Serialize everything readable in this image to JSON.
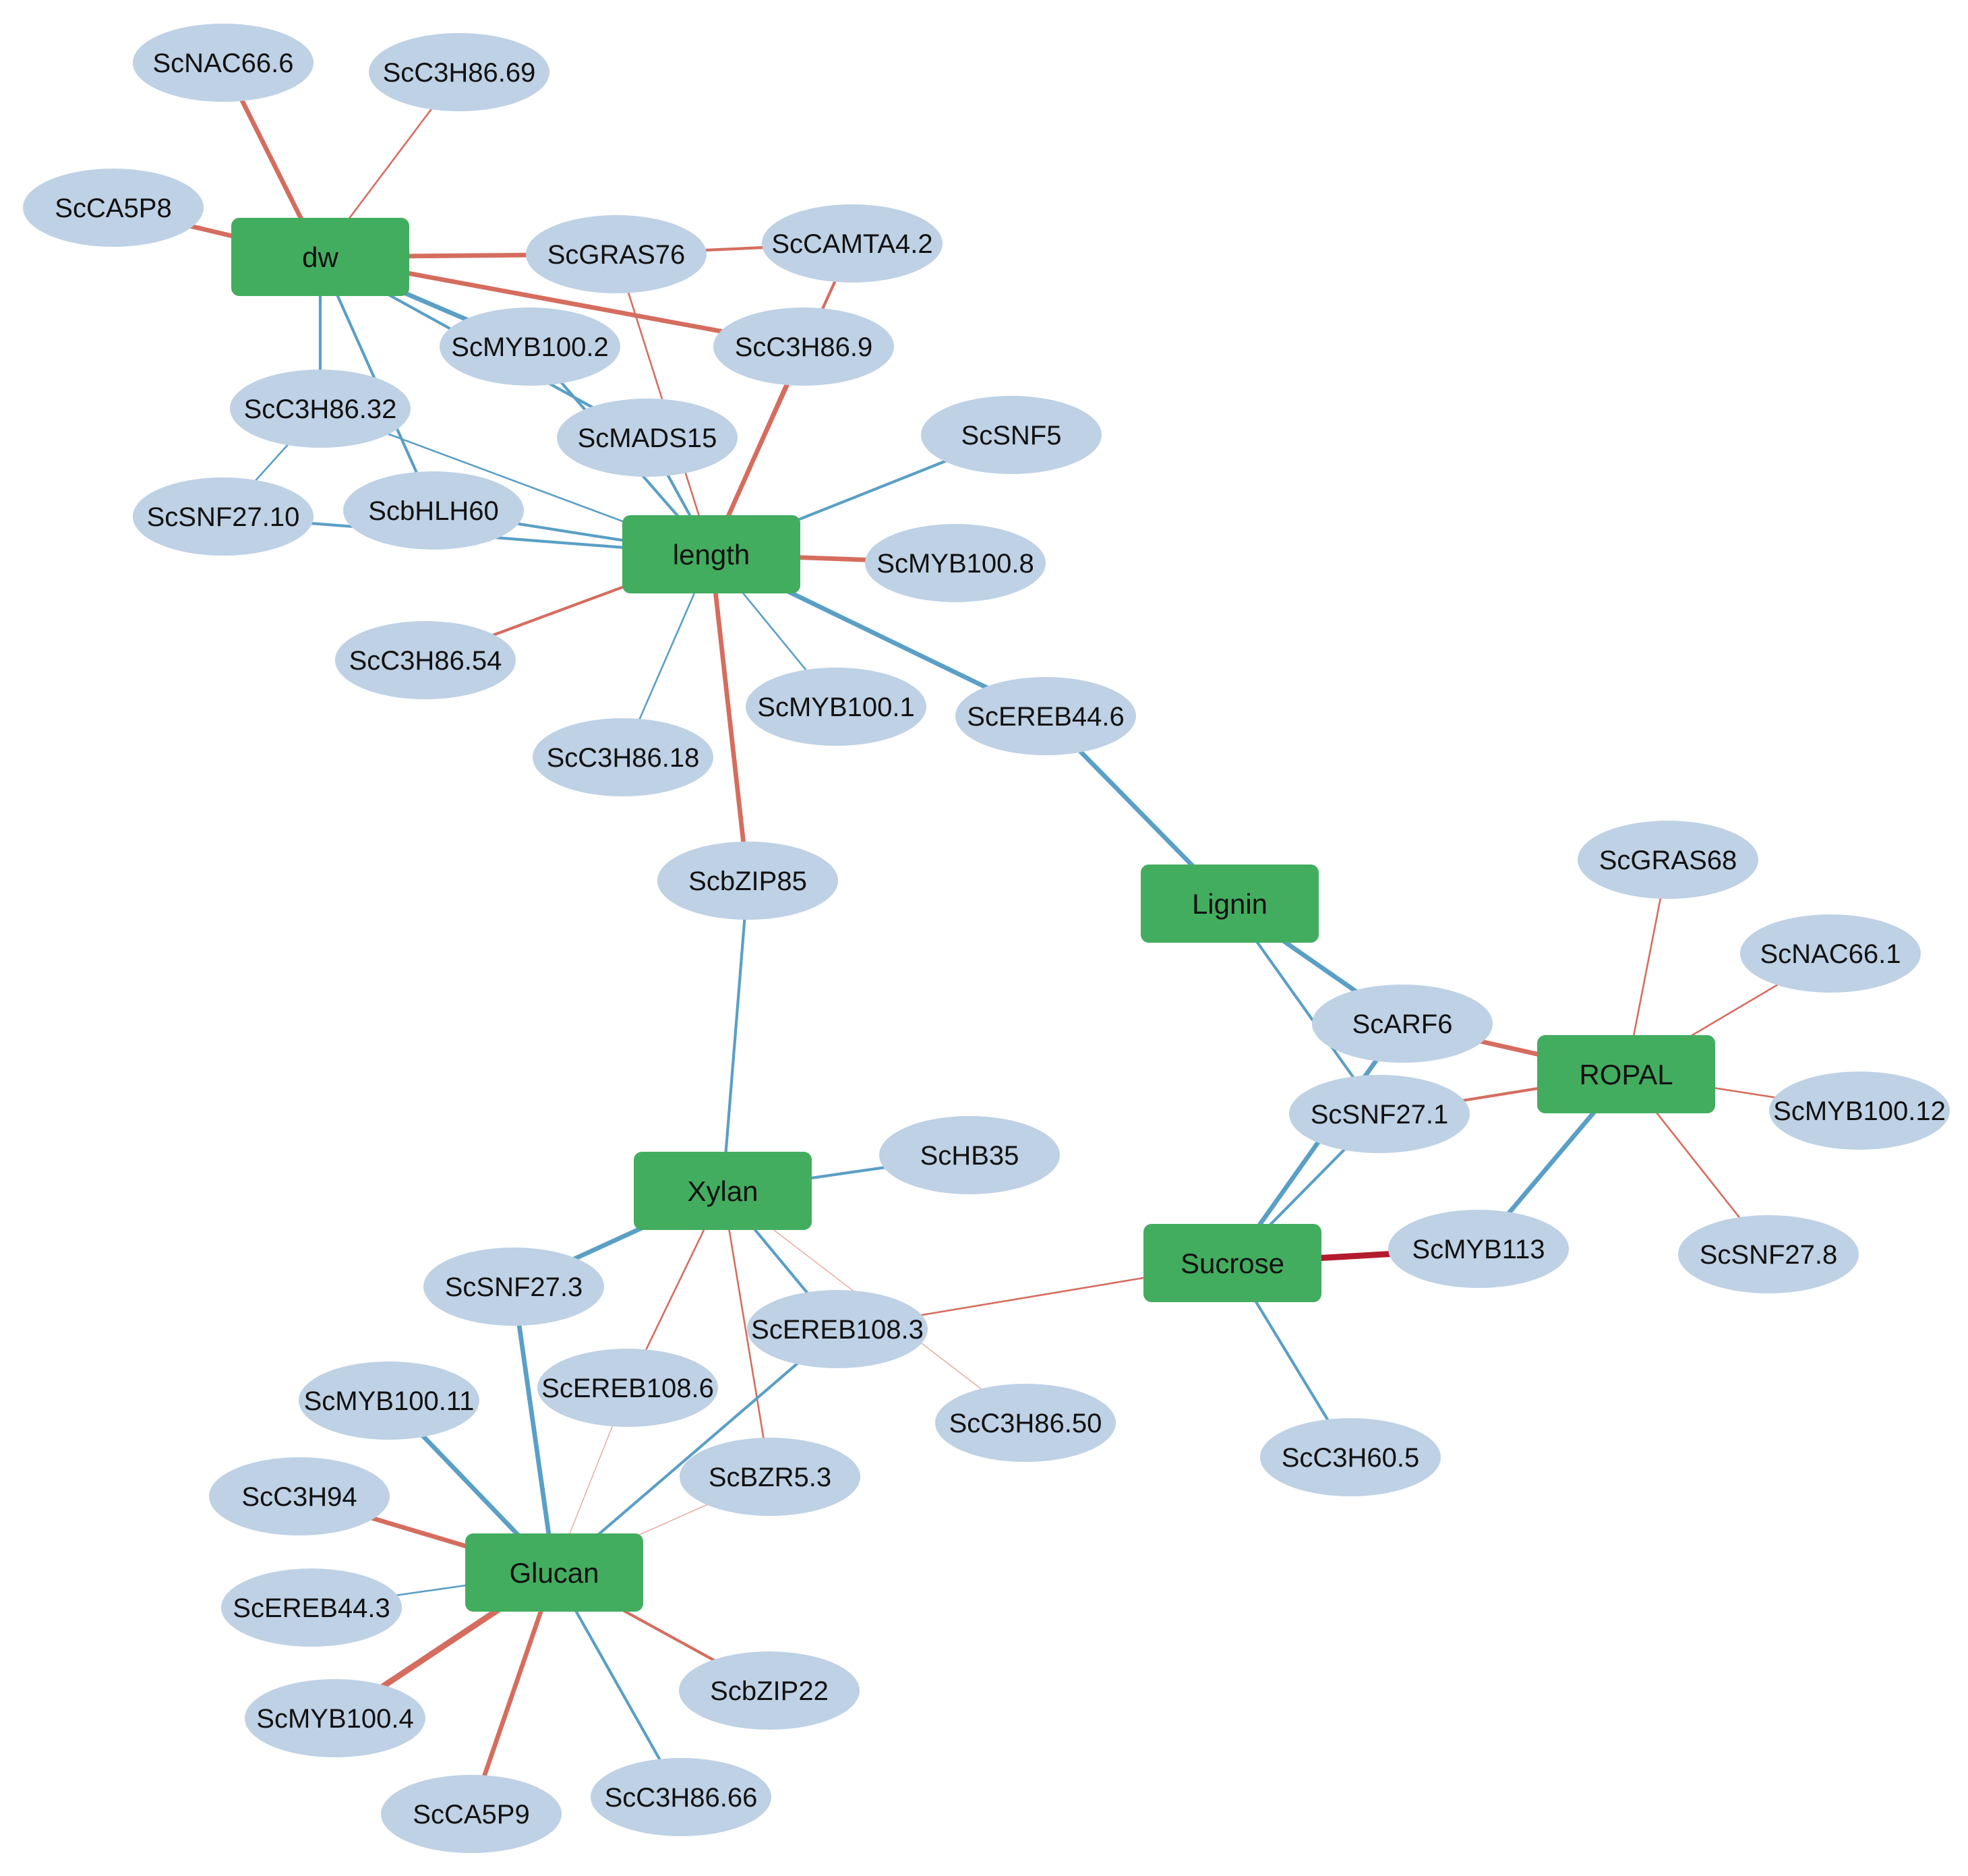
{
  "colors": {
    "trait_fill": "#43ad5f",
    "gene_fill": "#bed1e5",
    "positive_edge": "#d56d5f",
    "negative_edge": "#5a9fc6",
    "strong_edge": "#b31b2e"
  },
  "traits": [
    {
      "id": "dw",
      "label": "dw"
    },
    {
      "id": "length",
      "label": "length"
    },
    {
      "id": "lignin",
      "label": "Lignin"
    },
    {
      "id": "ropal",
      "label": "ROPAL"
    },
    {
      "id": "xylan",
      "label": "Xylan"
    },
    {
      "id": "sucrose",
      "label": "Sucrose"
    },
    {
      "id": "glucan",
      "label": "Glucan"
    }
  ],
  "genes": [
    {
      "id": "ScNAC66.6",
      "label": "ScNAC66.6"
    },
    {
      "id": "ScC3H86.69",
      "label": "ScC3H86.69"
    },
    {
      "id": "ScCA5P8",
      "label": "ScCA5P8"
    },
    {
      "id": "ScGRAS76",
      "label": "ScGRAS76"
    },
    {
      "id": "ScCAMTA4.2",
      "label": "ScCAMTA4.2"
    },
    {
      "id": "ScMYB100.2",
      "label": "ScMYB100.2"
    },
    {
      "id": "ScC3H86.9",
      "label": "ScC3H86.9"
    },
    {
      "id": "ScC3H86.32",
      "label": "ScC3H86.32"
    },
    {
      "id": "ScMADS15",
      "label": "ScMADS15"
    },
    {
      "id": "ScSNF5",
      "label": "ScSNF5"
    },
    {
      "id": "ScSNF27.10",
      "label": "ScSNF27.10"
    },
    {
      "id": "ScbHLH60",
      "label": "ScbHLH60"
    },
    {
      "id": "ScMYB100.8",
      "label": "ScMYB100.8"
    },
    {
      "id": "ScC3H86.54",
      "label": "ScC3H86.54"
    },
    {
      "id": "ScMYB100.1",
      "label": "ScMYB100.1"
    },
    {
      "id": "ScEREB44.6",
      "label": "ScEREB44.6"
    },
    {
      "id": "ScC3H86.18",
      "label": "ScC3H86.18"
    },
    {
      "id": "ScbZIP85",
      "label": "ScbZIP85"
    },
    {
      "id": "ScGRAS68",
      "label": "ScGRAS68"
    },
    {
      "id": "ScNAC66.1",
      "label": "ScNAC66.1"
    },
    {
      "id": "ScARF6",
      "label": "ScARF6"
    },
    {
      "id": "ScSNF27.1",
      "label": "ScSNF27.1"
    },
    {
      "id": "ScMYB100.12",
      "label": "ScMYB100.12"
    },
    {
      "id": "ScHB35",
      "label": "ScHB35"
    },
    {
      "id": "ScMYB113",
      "label": "ScMYB113"
    },
    {
      "id": "ScSNF27.8",
      "label": "ScSNF27.8"
    },
    {
      "id": "ScSNF27.3",
      "label": "ScSNF27.3"
    },
    {
      "id": "ScEREB108.3",
      "label": "ScEREB108.3"
    },
    {
      "id": "ScEREB108.6",
      "label": "ScEREB108.6"
    },
    {
      "id": "ScMYB100.11",
      "label": "ScMYB100.11"
    },
    {
      "id": "ScC3H86.50",
      "label": "ScC3H86.50"
    },
    {
      "id": "ScBZR5.3",
      "label": "ScBZR5.3"
    },
    {
      "id": "ScC3H60.5",
      "label": "ScC3H60.5"
    },
    {
      "id": "ScC3H94",
      "label": "ScC3H94"
    },
    {
      "id": "ScEREB44.3",
      "label": "ScEREB44.3"
    },
    {
      "id": "ScbZIP22",
      "label": "ScbZIP22"
    },
    {
      "id": "ScMYB100.4",
      "label": "ScMYB100.4"
    },
    {
      "id": "ScC3H86.66",
      "label": "ScC3H86.66"
    },
    {
      "id": "ScCA5P9",
      "label": "ScCA5P9"
    }
  ],
  "edges": [
    {
      "from": "dw",
      "to": "ScNAC66.6",
      "sign": "positive",
      "weight": 3
    },
    {
      "from": "dw",
      "to": "ScC3H86.69",
      "sign": "positive",
      "weight": 1
    },
    {
      "from": "dw",
      "to": "ScCA5P8",
      "sign": "positive",
      "weight": 3
    },
    {
      "from": "dw",
      "to": "ScGRAS76",
      "sign": "positive",
      "weight": 3
    },
    {
      "from": "dw",
      "to": "ScC3H86.9",
      "sign": "positive",
      "weight": 3
    },
    {
      "from": "dw",
      "to": "ScMYB100.2",
      "sign": "negative",
      "weight": 3
    },
    {
      "from": "dw",
      "to": "ScMADS15",
      "sign": "negative",
      "weight": 2
    },
    {
      "from": "dw",
      "to": "ScC3H86.32",
      "sign": "negative",
      "weight": 2
    },
    {
      "from": "dw",
      "to": "ScbHLH60",
      "sign": "negative",
      "weight": 2
    },
    {
      "from": "ScGRAS76",
      "to": "ScCAMTA4.2",
      "sign": "positive",
      "weight": 2
    },
    {
      "from": "ScGRAS76",
      "to": "length",
      "sign": "positive",
      "weight": 1
    },
    {
      "from": "length",
      "to": "ScCAMTA4.2",
      "sign": "positive",
      "weight": 2
    },
    {
      "from": "length",
      "to": "ScC3H86.9",
      "sign": "positive",
      "weight": 3
    },
    {
      "from": "length",
      "to": "ScMYB100.2",
      "sign": "negative",
      "weight": 2
    },
    {
      "from": "length",
      "to": "ScMADS15",
      "sign": "negative",
      "weight": 2
    },
    {
      "from": "length",
      "to": "ScC3H86.32",
      "sign": "negative",
      "weight": 1
    },
    {
      "from": "length",
      "to": "ScbHLH60",
      "sign": "negative",
      "weight": 2
    },
    {
      "from": "length",
      "to": "ScSNF27.10",
      "sign": "negative",
      "weight": 2
    },
    {
      "from": "ScC3H86.32",
      "to": "ScSNF27.10",
      "sign": "negative",
      "weight": 1
    },
    {
      "from": "length",
      "to": "ScSNF5",
      "sign": "negative",
      "weight": 2
    },
    {
      "from": "length",
      "to": "ScMYB100.8",
      "sign": "positive",
      "weight": 3
    },
    {
      "from": "length",
      "to": "ScC3H86.54",
      "sign": "positive",
      "weight": 2
    },
    {
      "from": "length",
      "to": "ScC3H86.18",
      "sign": "negative",
      "weight": 1
    },
    {
      "from": "length",
      "to": "ScMYB100.1",
      "sign": "negative",
      "weight": 1
    },
    {
      "from": "length",
      "to": "ScEREB44.6",
      "sign": "negative",
      "weight": 3
    },
    {
      "from": "length",
      "to": "ScbZIP85",
      "sign": "positive",
      "weight": 3
    },
    {
      "from": "ScEREB44.6",
      "to": "lignin",
      "sign": "negative",
      "weight": 3
    },
    {
      "from": "ScbZIP85",
      "to": "xylan",
      "sign": "negative",
      "weight": 2
    },
    {
      "from": "lignin",
      "to": "ScARF6",
      "sign": "negative",
      "weight": 3
    },
    {
      "from": "lignin",
      "to": "ScSNF27.1",
      "sign": "negative",
      "weight": 2
    },
    {
      "from": "ropal",
      "to": "ScGRAS68",
      "sign": "positive",
      "weight": 1
    },
    {
      "from": "ropal",
      "to": "ScNAC66.1",
      "sign": "positive",
      "weight": 1
    },
    {
      "from": "ropal",
      "to": "ScARF6",
      "sign": "positive",
      "weight": 3
    },
    {
      "from": "ropal",
      "to": "ScSNF27.1",
      "sign": "positive",
      "weight": 2
    },
    {
      "from": "ropal",
      "to": "ScMYB100.12",
      "sign": "positive",
      "weight": 1
    },
    {
      "from": "ropal",
      "to": "ScSNF27.8",
      "sign": "positive",
      "weight": 1
    },
    {
      "from": "ropal",
      "to": "ScMYB113",
      "sign": "negative",
      "weight": 3
    },
    {
      "from": "sucrose",
      "to": "ScARF6",
      "sign": "negative",
      "weight": 3
    },
    {
      "from": "sucrose",
      "to": "ScSNF27.1",
      "sign": "negative",
      "weight": 2
    },
    {
      "from": "sucrose",
      "to": "ScMYB113",
      "sign": "strong",
      "weight": 4
    },
    {
      "from": "sucrose",
      "to": "ScC3H60.5",
      "sign": "negative",
      "weight": 2
    },
    {
      "from": "sucrose",
      "to": "ScEREB108.3",
      "sign": "positive",
      "weight": 1
    },
    {
      "from": "xylan",
      "to": "ScHB35",
      "sign": "negative",
      "weight": 2
    },
    {
      "from": "xylan",
      "to": "ScSNF27.3",
      "sign": "negative",
      "weight": 3
    },
    {
      "from": "xylan",
      "to": "ScEREB108.3",
      "sign": "negative",
      "weight": 2
    },
    {
      "from": "xylan",
      "to": "ScEREB108.6",
      "sign": "positive",
      "weight": 1
    },
    {
      "from": "xylan",
      "to": "ScBZR5.3",
      "sign": "positive",
      "weight": 1
    },
    {
      "from": "xylan",
      "to": "ScC3H86.50",
      "sign": "positive",
      "weight": 0.5
    },
    {
      "from": "ScSNF27.3",
      "to": "glucan",
      "sign": "negative",
      "weight": 3
    },
    {
      "from": "ScEREB108.3",
      "to": "glucan",
      "sign": "negative",
      "weight": 2
    },
    {
      "from": "ScEREB108.6",
      "to": "glucan",
      "sign": "positive",
      "weight": 0.5
    },
    {
      "from": "ScBZR5.3",
      "to": "glucan",
      "sign": "positive",
      "weight": 0.5
    },
    {
      "from": "glucan",
      "to": "ScMYB100.11",
      "sign": "negative",
      "weight": 3
    },
    {
      "from": "glucan",
      "to": "ScC3H94",
      "sign": "positive",
      "weight": 3
    },
    {
      "from": "glucan",
      "to": "ScEREB44.3",
      "sign": "negative",
      "weight": 1
    },
    {
      "from": "glucan",
      "to": "ScMYB100.4",
      "sign": "positive",
      "weight": 4
    },
    {
      "from": "glucan",
      "to": "ScCA5P9",
      "sign": "positive",
      "weight": 3
    },
    {
      "from": "glucan",
      "to": "ScC3H86.66",
      "sign": "negative",
      "weight": 2
    },
    {
      "from": "glucan",
      "to": "ScbZIP22",
      "sign": "positive",
      "weight": 2
    }
  ]
}
